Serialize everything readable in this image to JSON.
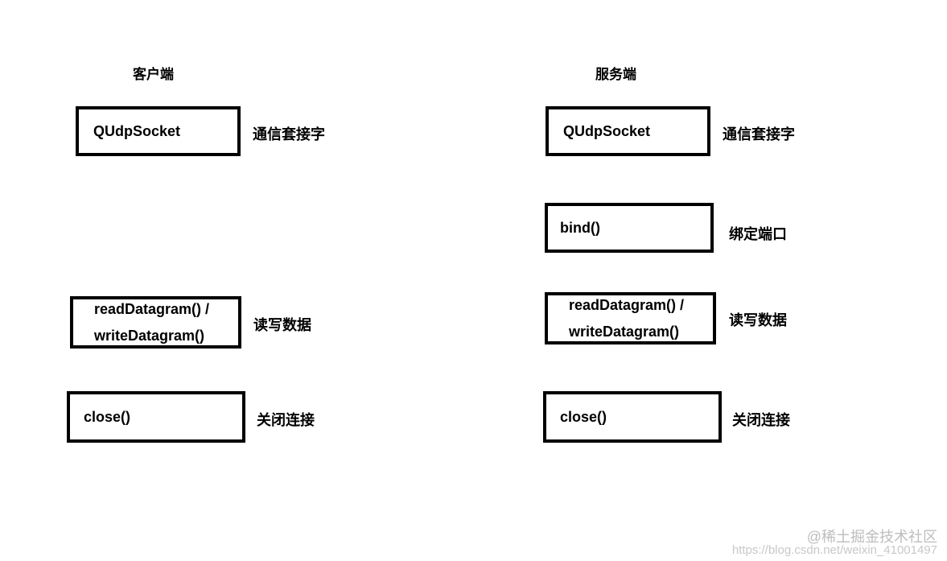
{
  "client": {
    "heading": "客户端",
    "steps": [
      {
        "code": [
          "QUdpSocket"
        ],
        "desc": "通信套接字"
      },
      {
        "code": [
          "readDatagram() /",
          "writeDatagram()"
        ],
        "desc": "读写数据"
      },
      {
        "code": [
          "close()"
        ],
        "desc": "关闭连接"
      }
    ]
  },
  "server": {
    "heading": "服务端",
    "steps": [
      {
        "code": [
          "QUdpSocket"
        ],
        "desc": "通信套接字"
      },
      {
        "code": [
          "bind()"
        ],
        "desc": "绑定端口"
      },
      {
        "code": [
          "readDatagram() /",
          "writeDatagram()"
        ],
        "desc": "读写数据"
      },
      {
        "code": [
          "close()"
        ],
        "desc": "关闭连接"
      }
    ]
  },
  "watermark": {
    "brand": "@稀土掘金技术社区",
    "url": "https://blog.csdn.net/weixin_41001497"
  }
}
